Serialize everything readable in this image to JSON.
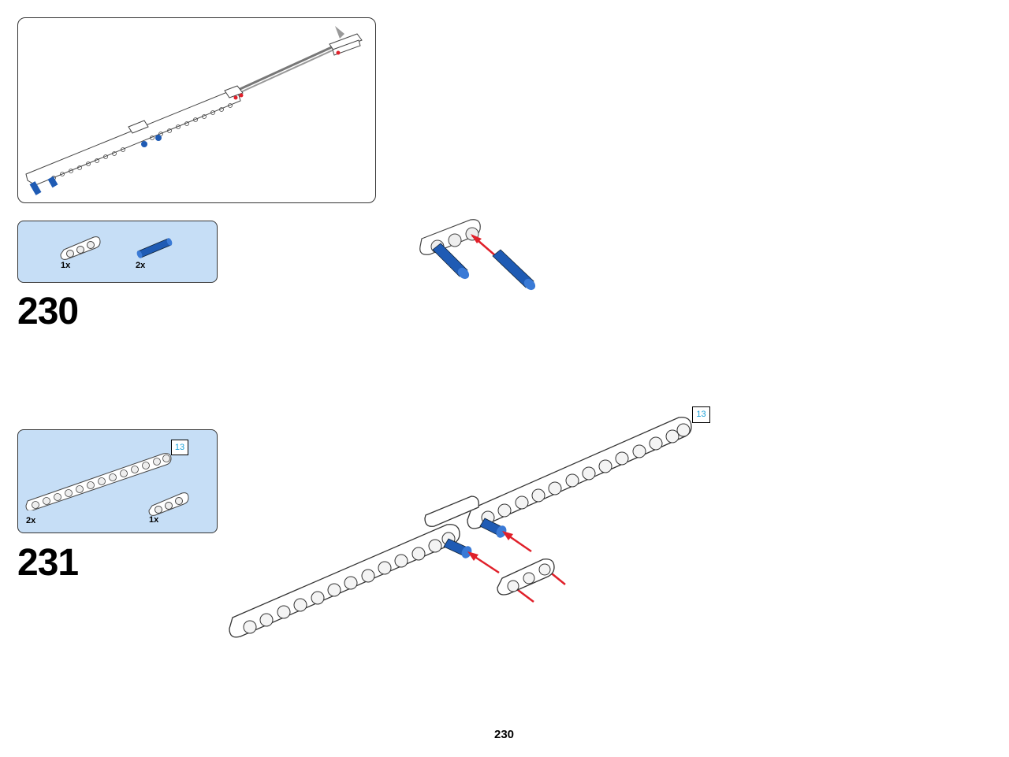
{
  "colors": {
    "parts_box_bg": "#c6def6",
    "pin_blue": "#1f5bb4",
    "beam_white": "#ffffff",
    "arrow_red": "#e0202a",
    "multiplier_text": "#1aa0d8"
  },
  "submodel_callout": {
    "icon": "assembly-preview"
  },
  "steps": [
    {
      "number": "230",
      "parts": [
        {
          "icon": "beam-3-white",
          "qty": "1x"
        },
        {
          "icon": "pin-blue",
          "qty": "2x"
        }
      ]
    },
    {
      "number": "231",
      "multiplier_label": "13",
      "parts": [
        {
          "icon": "beam-13-white",
          "qty": "2x"
        },
        {
          "icon": "beam-3-white",
          "qty": "1x"
        }
      ]
    }
  ],
  "page_number": "230"
}
